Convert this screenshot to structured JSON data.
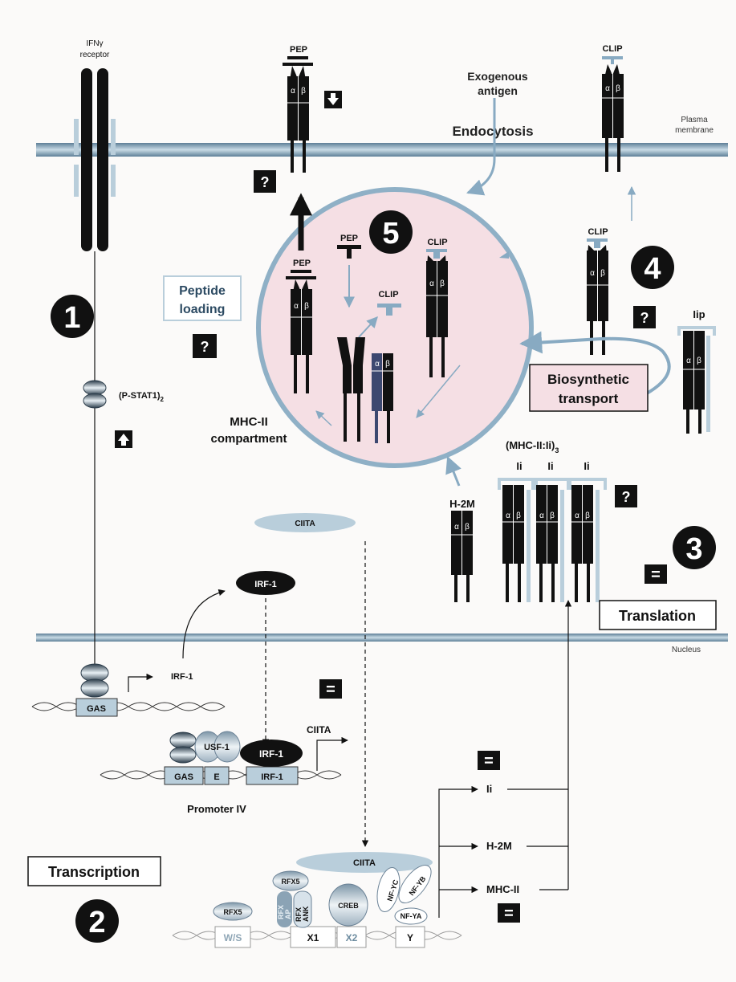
{
  "colors": {
    "background": "#fbfaf9",
    "membrane_blue": "#7f9fb6",
    "compartment_fill": "#f5dfe4",
    "compartment_stroke": "#8fb0c6",
    "arrow_blue": "#88aac2",
    "dark": "#111111",
    "box_blue": "#c2d3df"
  },
  "top": {
    "ifn_receptor": [
      "IFNγ",
      "receptor"
    ],
    "pep": "PEP",
    "exogenous_antigen": [
      "Exogenous",
      "antigen"
    ],
    "endocytosis": "Endocytosis",
    "clip_surface": "CLIP",
    "plasma_membrane": [
      "Plasma",
      "membrane"
    ],
    "down_arrow_icon": "down-arrow-icon",
    "question": "?"
  },
  "compartment": {
    "number": "5",
    "pep_upper": "PEP",
    "pep_inner": "PEP",
    "clip_free": "CLIP",
    "clip_bound": "CLIP",
    "label": [
      "MHC-II",
      "compartment"
    ],
    "alpha": "α",
    "beta": "β"
  },
  "loading": {
    "label": [
      "Peptide",
      "loading"
    ],
    "question": "?"
  },
  "step_numbers": {
    "one": "1",
    "two": "2",
    "three": "3",
    "four": "4"
  },
  "stat": {
    "label": "(P-STAT1)",
    "subscript": "2",
    "up_arrow_icon": "up-arrow-icon"
  },
  "transport": {
    "clip": "CLIP",
    "question": "?",
    "iip": "Iip",
    "biosynthetic": [
      "Biosynthetic",
      "transport"
    ]
  },
  "translation": {
    "complex": "(MHC-II:Ii)",
    "complex_sub": "3",
    "ii_labels": [
      "Ii",
      "Ii",
      "Ii"
    ],
    "h2m": "H-2M",
    "question": "?",
    "equal": "=",
    "label": "Translation"
  },
  "nucleus": {
    "label": "Nucleus",
    "ciita_cyto": "CIITA",
    "irf1_protein": "IRF-1",
    "irf1_gene": "IRF-1",
    "gas": "GAS",
    "equal1": "=",
    "ciita_gene": "CIITA",
    "usf1": "USF-1",
    "irf1_bound": "IRF-1",
    "promoter_boxes": [
      "GAS",
      "E",
      "IRF-1"
    ],
    "promoter_label": "Promoter IV",
    "transcription": "Transcription",
    "equal2": "=",
    "equal3": "=",
    "outputs": [
      "Ii",
      "H-2M",
      "MHC-II"
    ],
    "enh_ciita": "CIITA",
    "rfx5": "RFX5",
    "rfx5_top": "RFX5",
    "rfx_ap": [
      "RFX",
      "AP"
    ],
    "rfx_ank": [
      "RFX",
      "ANK"
    ],
    "creb": "CREB",
    "nfyc": "NF-YC",
    "nfyb": "NF-YB",
    "nfya": "NF-YA",
    "enh_boxes": [
      "W/S",
      "X1",
      "X2",
      "Y"
    ]
  }
}
